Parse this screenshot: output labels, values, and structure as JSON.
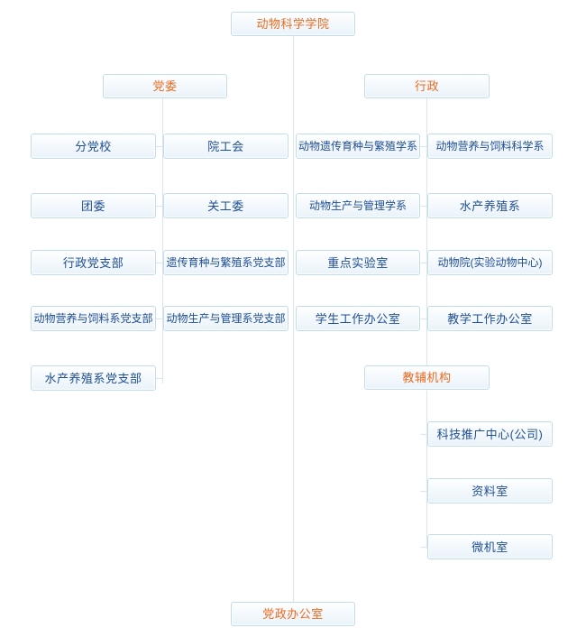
{
  "colors": {
    "accent_text": "#ec6a1f",
    "node_text": "#1f4e95",
    "node_border": "#c2dcee",
    "node_fill": "#f4f9fd",
    "line": "#d7e6f2",
    "background": "#ffffff"
  },
  "org_chart": {
    "type": "diagram",
    "root": {
      "label": "动物科学学院"
    },
    "branches": [
      {
        "label": "党委"
      },
      {
        "label": "行政"
      }
    ],
    "sub_branch": {
      "label": "教辅机构"
    },
    "footer": {
      "label": "党政办公室"
    },
    "rows": [
      {
        "col1": "分党校",
        "col2": "院工会",
        "col3": "动物遗传育种与繁殖学系",
        "col4": "动物营养与饲料科学系"
      },
      {
        "col1": "团委",
        "col2": "关工委",
        "col3": "动物生产与管理学系",
        "col4": "水产养殖系"
      },
      {
        "col1": "行政党支部",
        "col2": "遗传育种与繁殖系党支部",
        "col3": "重点实验室",
        "col4": "动物院(实验动物中心)"
      },
      {
        "col1": "动物营养与饲料系党支部",
        "col2": "动物生产与管理系党支部",
        "col3": "学生工作办公室",
        "col4": "教学工作办公室"
      },
      {
        "col1": "水产养殖系党支部",
        "col2": "",
        "col3": "",
        "col4": ""
      }
    ],
    "support_units": [
      {
        "label": "科技推广中心(公司)"
      },
      {
        "label": "资料室"
      },
      {
        "label": "微机室"
      }
    ]
  }
}
